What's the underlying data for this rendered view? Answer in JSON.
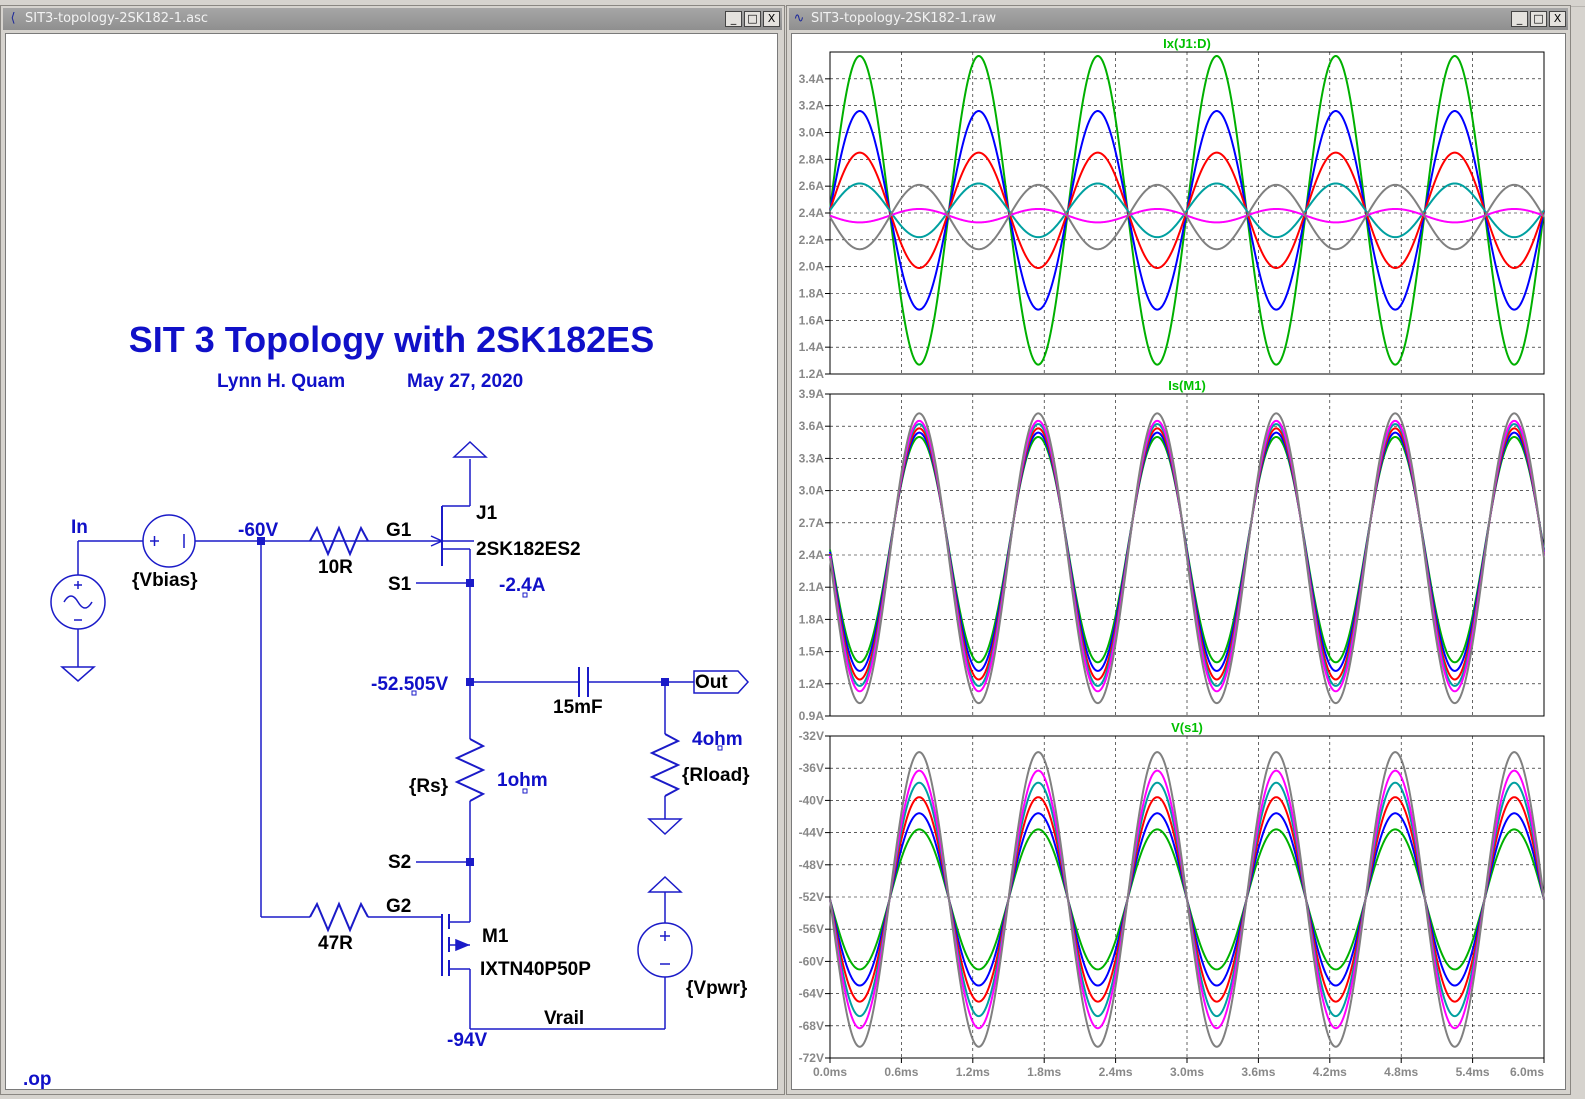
{
  "schematic_window": {
    "title": "SIT3-topology-2SK182-1.asc",
    "icon": "ltspice-schematic-icon",
    "buttons": [
      "_",
      "□",
      "X"
    ]
  },
  "waveform_window": {
    "title": "SIT3-topology-2SK182-1.raw",
    "icon": "waveform-viewer-icon",
    "buttons": [
      "_",
      "□",
      "X"
    ]
  },
  "schematic": {
    "heading": "SIT 3 Topology with 2SK182ES",
    "author": "Lynn H. Quam",
    "date": "May 27, 2020",
    "input_label": "In",
    "vbias": "{Vbias}",
    "vbias_node": "-60V",
    "r1_value": "10R",
    "g1": "G1",
    "j1_name": "J1",
    "j1_model": "2SK182ES2",
    "s1": "S1",
    "s1_current": "-2.4A",
    "mid_node": "-52.505V",
    "cap_value": "15mF",
    "out_label": "Out",
    "rload_value": "4ohm",
    "rload": "{Rload}",
    "rs": "{Rs}",
    "rs_value": "1ohm",
    "s2": "S2",
    "g2": "G2",
    "r2_value": "47R",
    "m1_name": "M1",
    "m1_model": "IXTN40P50P",
    "vpwr": "{Vpwr}",
    "vrail": "Vrail",
    "rail_node": "-94V",
    "directive": ".op",
    "colors": {
      "wire": "#1b1bc8",
      "text": "#000000",
      "net_label": "#1010c8"
    }
  },
  "chart_data": [
    {
      "type": "line",
      "title": "Ix(J1:D)",
      "yticks": [
        "3.4A",
        "3.2A",
        "3.0A",
        "2.8A",
        "2.6A",
        "2.4A",
        "2.2A",
        "2.0A",
        "1.8A",
        "1.6A",
        "1.4A",
        "1.2A"
      ],
      "ylim": [
        1.2,
        3.6
      ],
      "x_unit": "ms",
      "period_ms": 1.0,
      "series": [
        {
          "color": "#00b000",
          "offset": 2.42,
          "amplitude": 1.15,
          "phase": 1
        },
        {
          "color": "#0000ff",
          "offset": 2.42,
          "amplitude": 0.74,
          "phase": 1
        },
        {
          "color": "#ff0000",
          "offset": 2.42,
          "amplitude": 0.43,
          "phase": 1
        },
        {
          "color": "#00a0a0",
          "offset": 2.42,
          "amplitude": 0.2,
          "phase": 1
        },
        {
          "color": "#ff00ff",
          "offset": 2.38,
          "amplitude": 0.05,
          "phase": -1
        },
        {
          "color": "#808080",
          "offset": 2.37,
          "amplitude": 0.24,
          "phase": -1
        }
      ]
    },
    {
      "type": "line",
      "title": "Is(M1)",
      "yticks": [
        "3.9A",
        "3.6A",
        "3.3A",
        "3.0A",
        "2.7A",
        "2.4A",
        "2.1A",
        "1.8A",
        "1.5A",
        "1.2A",
        "0.9A"
      ],
      "ylim": [
        0.9,
        3.9
      ],
      "x_unit": "ms",
      "period_ms": 1.0,
      "series": [
        {
          "color": "#00b000",
          "offset": 2.45,
          "amplitude": 1.05,
          "phase": -1
        },
        {
          "color": "#0000ff",
          "offset": 2.43,
          "amplitude": 1.11,
          "phase": -1
        },
        {
          "color": "#ff0000",
          "offset": 2.41,
          "amplitude": 1.17,
          "phase": -1
        },
        {
          "color": "#00a0a0",
          "offset": 2.4,
          "amplitude": 1.22,
          "phase": -1
        },
        {
          "color": "#ff00ff",
          "offset": 2.39,
          "amplitude": 1.26,
          "phase": -1
        },
        {
          "color": "#808080",
          "offset": 2.37,
          "amplitude": 1.35,
          "phase": -1
        }
      ]
    },
    {
      "type": "line",
      "title": "V(s1)",
      "yticks": [
        "-32V",
        "-36V",
        "-40V",
        "-44V",
        "-48V",
        "-52V",
        "-56V",
        "-60V",
        "-64V",
        "-68V",
        "-72V"
      ],
      "ylim": [
        -72,
        -32
      ],
      "x_unit": "ms",
      "xticks": [
        "0.0ms",
        "0.6ms",
        "1.2ms",
        "1.8ms",
        "2.4ms",
        "3.0ms",
        "3.6ms",
        "4.2ms",
        "4.8ms",
        "5.4ms",
        "6.0ms"
      ],
      "xlim": [
        0,
        6.0
      ],
      "period_ms": 1.0,
      "series": [
        {
          "color": "#00b000",
          "offset": -52.3,
          "amplitude": 8.7,
          "phase": -1
        },
        {
          "color": "#0000ff",
          "offset": -52.3,
          "amplitude": 10.7,
          "phase": -1
        },
        {
          "color": "#ff0000",
          "offset": -52.3,
          "amplitude": 12.7,
          "phase": -1
        },
        {
          "color": "#00a0a0",
          "offset": -52.3,
          "amplitude": 14.5,
          "phase": -1
        },
        {
          "color": "#ff00ff",
          "offset": -52.3,
          "amplitude": 16.0,
          "phase": -1
        },
        {
          "color": "#808080",
          "offset": -52.3,
          "amplitude": 18.3,
          "phase": -1
        }
      ]
    }
  ]
}
